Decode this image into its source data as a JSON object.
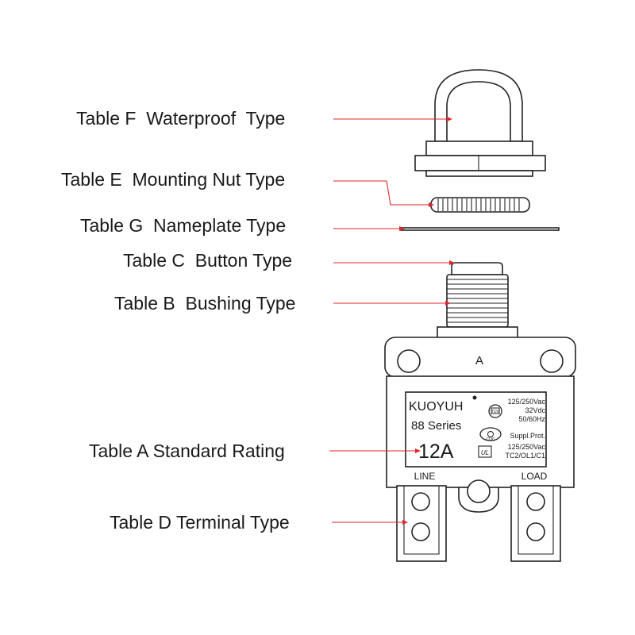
{
  "callouts": {
    "waterproof": "Table F  Waterproof  Type",
    "mounting_nut": "Table E  Mounting Nut Type",
    "nameplate": "Table G  Nameplate Type",
    "button": "Table C  Button Type",
    "bushing": "Table B  Bushing Type",
    "standard_rating": "Table A Standard Rating",
    "terminal": "Table D Terminal Type"
  },
  "breaker": {
    "top_mark": "A",
    "brand": "KUOYUH",
    "series": "88 Series",
    "rating": "12A",
    "spec_ac": "125/250Vac",
    "spec_dc": "32Vdc",
    "spec_freq": "50/60Hz",
    "suppl": "Suppl.Prot.",
    "spec_ac2": "125/250Vac",
    "tc_code": "TC2/OL1/C1",
    "cert_mark_1": "TÜV",
    "cert_mark_2": "CQC",
    "cert_mark_3": "UL",
    "terminal_left": "LINE",
    "terminal_right": "LOAD"
  },
  "colors": {
    "leader": "#e0262b",
    "outline": "#222222"
  }
}
